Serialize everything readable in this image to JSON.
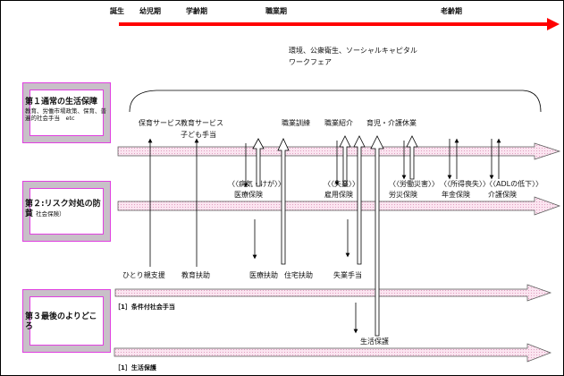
{
  "timeline": {
    "stages": [
      "誕生",
      "幼児期",
      "学齢期",
      "職業期",
      "老齢期"
    ],
    "color": "#ff0000"
  },
  "top_note": [
    "環境、公衆衛生、ソーシャルキャピタル",
    "ワークフェア"
  ],
  "services": [
    "保育サービス",
    "教育サービス",
    "子ども手当",
    "職業訓練",
    "職業紹介",
    "育児・介護休業"
  ],
  "boxes": [
    {
      "title": "第１通常の生活保障",
      "sub": "教育、労働市場政策、保育、普遍的社会手当　etc"
    },
    {
      "title": "第２:リスク対処の防貧",
      "sub": "社会保険）"
    },
    {
      "title": "第３最後のよりどころ"
    }
  ],
  "insurance": [
    {
      "risk": "〈〈病気・けが〉〉",
      "name": "医療保険"
    },
    {
      "risk": "〈〈失業〉〉",
      "name": "雇用保険"
    },
    {
      "risk": "〈〈労働災害〉〉",
      "name": "労災保険"
    },
    {
      "risk": "〈〈所得喪失〉〉",
      "name": "年金保険"
    },
    {
      "risk": "〈〈ADLの低下〉〉",
      "name": "介護保険"
    }
  ],
  "benefits": [
    "ひとり親支援",
    "教育扶助",
    "医療扶助",
    "住宅扶助",
    "失業手当"
  ],
  "band_labels": [
    "［1］条件付社会手当",
    "［1］生活保護"
  ],
  "welfare": "生活保護",
  "colors": {
    "band": "#f4c8e0",
    "box_border": "#e040e0"
  }
}
